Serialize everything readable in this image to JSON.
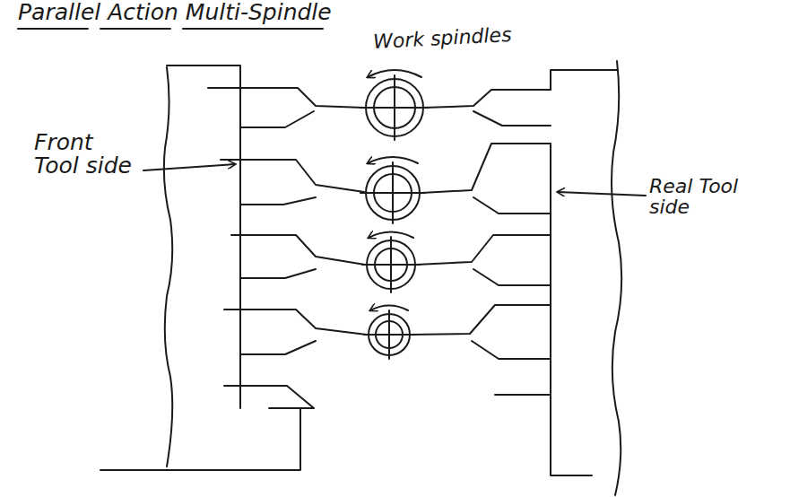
{
  "diagram": {
    "title": "Parallel Action Multi-Spindle",
    "labels": [
      "Work spindles",
      "Front Tool side",
      "Real Tool side"
    ]
  }
}
